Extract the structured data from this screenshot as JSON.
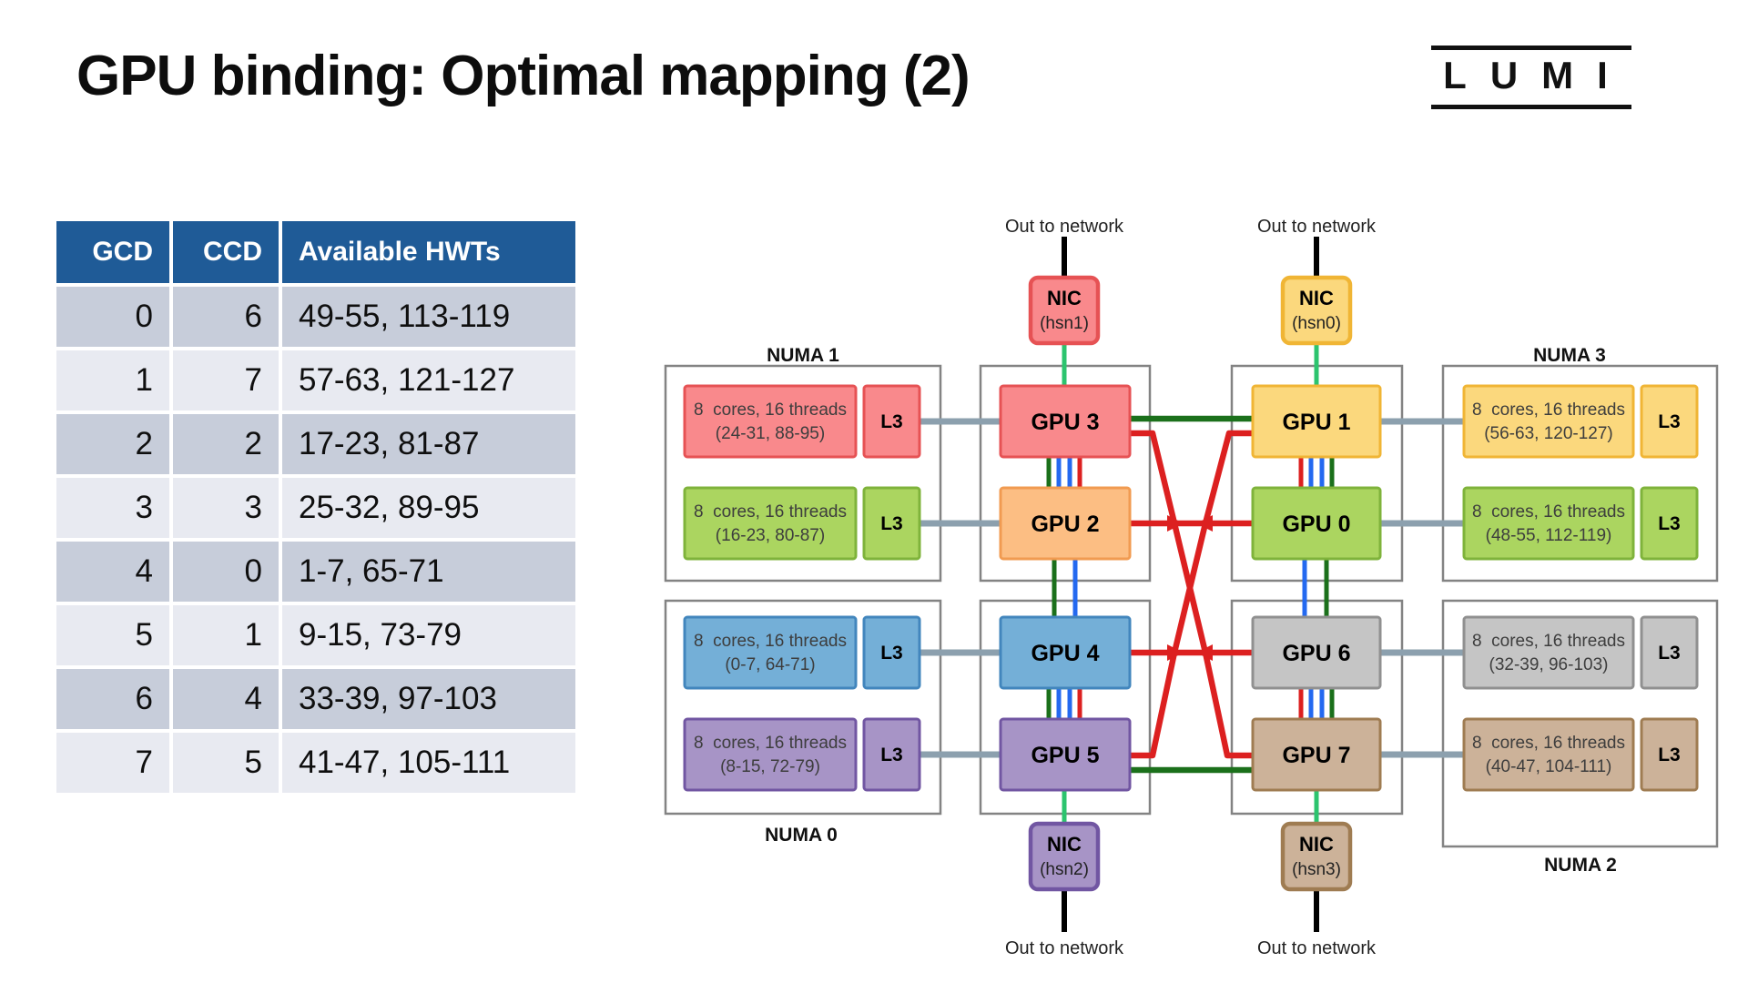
{
  "page": {
    "title": "GPU binding: Optimal mapping (2)"
  },
  "logo": {
    "text": "LUMI"
  },
  "table": {
    "headers": [
      "GCD",
      "CCD",
      "Available HWTs"
    ],
    "rows": [
      [
        "0",
        "6",
        "49-55, 113-119"
      ],
      [
        "1",
        "7",
        "57-63, 121-127"
      ],
      [
        "2",
        "2",
        "17-23, 81-87"
      ],
      [
        "3",
        "3",
        "25-32, 89-95"
      ],
      [
        "4",
        "0",
        "1-7, 65-71"
      ],
      [
        "5",
        "1",
        "9-15, 73-79"
      ],
      [
        "6",
        "4",
        "33-39, 97-103"
      ],
      [
        "7",
        "5",
        "41-47, 105-111"
      ]
    ],
    "header_bg": "#1f5b97",
    "row_colors": [
      "#c7cdda",
      "#e8eaf1"
    ]
  },
  "diagram": {
    "out_label": "Out to network",
    "l3_label": "L3",
    "numa_labels": [
      "NUMA 1",
      "NUMA 3",
      "NUMA 0",
      "NUMA 2"
    ],
    "palette": {
      "salmon": {
        "fill": "#f9898c",
        "stroke": "#e65254"
      },
      "orange": {
        "fill": "#fcbe83",
        "stroke": "#f19b51"
      },
      "yellow": {
        "fill": "#fbd87d",
        "stroke": "#f0b535"
      },
      "green": {
        "fill": "#abd560",
        "stroke": "#7fb33b"
      },
      "blue": {
        "fill": "#74afd7",
        "stroke": "#4286bd"
      },
      "purple": {
        "fill": "#a794c6",
        "stroke": "#7156a2"
      },
      "gray": {
        "fill": "#c5c5c5",
        "stroke": "#909090"
      },
      "tan": {
        "fill": "#ccb299",
        "stroke": "#9f7c52"
      }
    },
    "link_colors": {
      "red": "#dc2020",
      "blue": "#2469f0",
      "dark_green": "#1b701b",
      "light_green": "#2cc46e",
      "gray": "#8ca0ae",
      "black": "#000000"
    },
    "rows": [
      {
        "left_core": {
          "line1": "8  cores, 16 threads",
          "line2": "(24-31, 88-95)",
          "color": "salmon"
        },
        "left_gpu": {
          "label": "GPU 3",
          "color": "salmon"
        },
        "right_gpu": {
          "label": "GPU 1",
          "color": "yellow"
        },
        "right_core": {
          "line1": "8  cores, 16 threads",
          "line2": "(56-63, 120-127)",
          "color": "yellow"
        }
      },
      {
        "left_core": {
          "line1": "8  cores, 16 threads",
          "line2": "(16-23, 80-87)",
          "color": "green"
        },
        "left_gpu": {
          "label": "GPU 2",
          "color": "orange"
        },
        "right_gpu": {
          "label": "GPU 0",
          "color": "green"
        },
        "right_core": {
          "line1": "8  cores, 16 threads",
          "line2": "(48-55, 112-119)",
          "color": "green"
        }
      },
      {
        "left_core": {
          "line1": "8  cores, 16 threads",
          "line2": "(0-7, 64-71)",
          "color": "blue"
        },
        "left_gpu": {
          "label": "GPU 4",
          "color": "blue"
        },
        "right_gpu": {
          "label": "GPU 6",
          "color": "gray"
        },
        "right_core": {
          "line1": "8  cores, 16 threads",
          "line2": "(32-39, 96-103)",
          "color": "gray"
        }
      },
      {
        "left_core": {
          "line1": "8  cores, 16 threads",
          "line2": "(8-15, 72-79)",
          "color": "purple"
        },
        "left_gpu": {
          "label": "GPU 5",
          "color": "purple"
        },
        "right_gpu": {
          "label": "GPU 7",
          "color": "tan"
        },
        "right_core": {
          "line1": "8  cores, 16 threads",
          "line2": "(40-47, 104-111)",
          "color": "tan"
        }
      }
    ],
    "nics": [
      {
        "title": "NIC",
        "sub": "(hsn1)",
        "color": "salmon",
        "pos": "top-left"
      },
      {
        "title": "NIC",
        "sub": "(hsn0)",
        "color": "yellow",
        "pos": "top-right"
      },
      {
        "title": "NIC",
        "sub": "(hsn2)",
        "color": "purple",
        "pos": "bottom-left"
      },
      {
        "title": "NIC",
        "sub": "(hsn3)",
        "color": "tan",
        "pos": "bottom-right"
      }
    ]
  }
}
